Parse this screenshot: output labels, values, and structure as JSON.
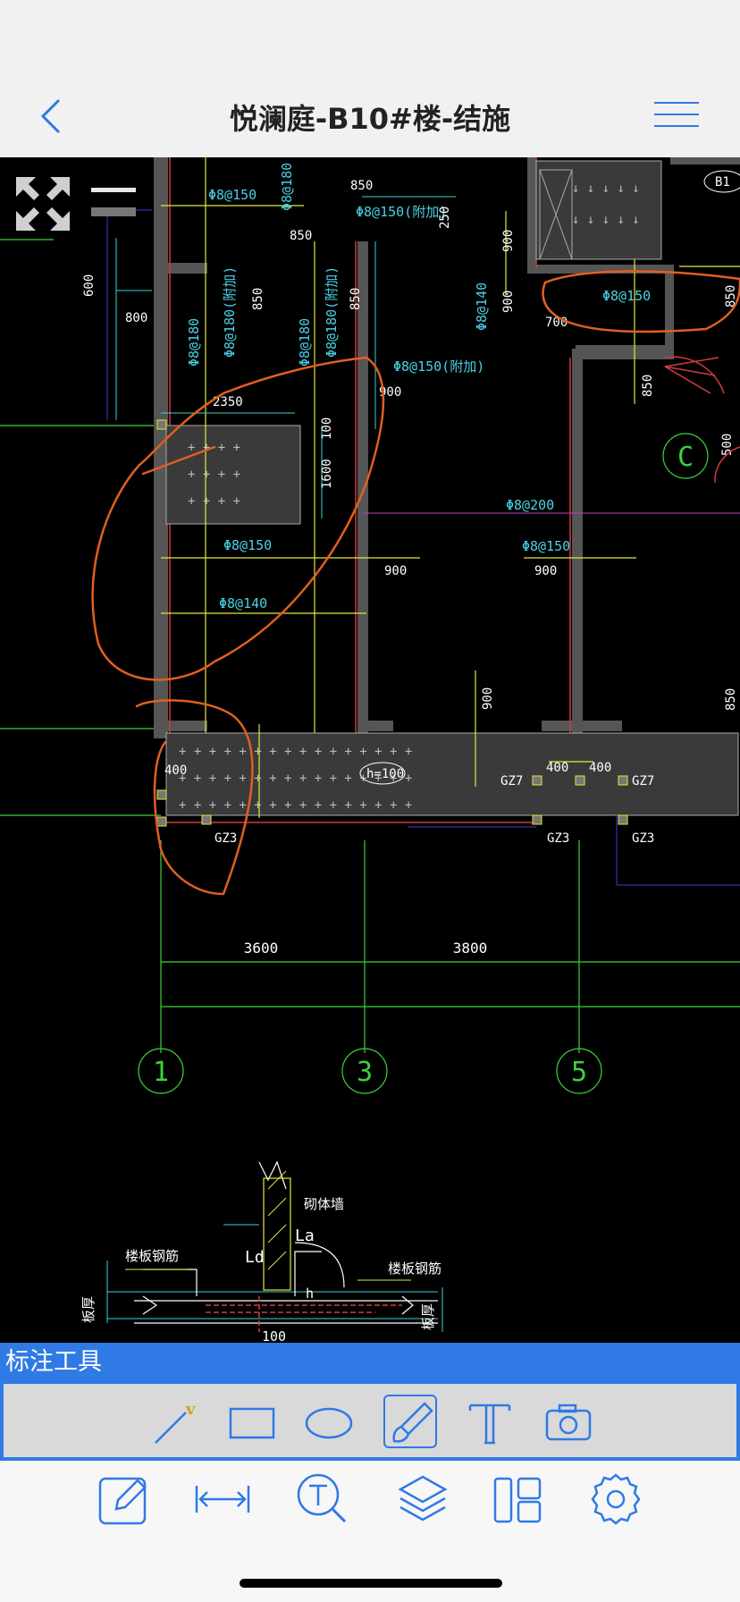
{
  "header": {
    "title": "悦澜庭-B10#楼-结施",
    "back_icon": "chevron-left-icon",
    "menu_icon": "hamburger-menu-icon"
  },
  "drawing": {
    "grid_labels": [
      "1",
      "3",
      "5",
      "C"
    ],
    "dimensions": [
      "3600",
      "3800",
      "600",
      "800",
      "2350",
      "1600",
      "100",
      "850",
      "900",
      "400",
      "500",
      "250",
      "700"
    ],
    "rebar_labels": [
      "Φ8@150",
      "Φ8@180",
      "Φ8@150(附加)",
      "Φ8@140",
      "Φ8@180(附加)",
      "Φ8@200"
    ],
    "column_labels": [
      "GZ3",
      "GZ7"
    ],
    "misc_labels": [
      "h=100",
      "B1",
      "楼板钢筋",
      "砌体墙",
      "La",
      "Ld",
      "板厚",
      "h"
    ],
    "annotation_color": "#e0601f"
  },
  "tools_panel": {
    "title": "标注工具",
    "tools": [
      {
        "name": "line-tool-icon"
      },
      {
        "name": "rectangle-tool-icon"
      },
      {
        "name": "ellipse-tool-icon"
      },
      {
        "name": "brush-tool-icon",
        "active": true
      },
      {
        "name": "text-tool-icon"
      },
      {
        "name": "camera-tool-icon"
      }
    ]
  },
  "bottom_nav": [
    {
      "name": "annotate-icon"
    },
    {
      "name": "measure-icon"
    },
    {
      "name": "text-search-icon"
    },
    {
      "name": "layers-icon"
    },
    {
      "name": "layout-icon"
    },
    {
      "name": "settings-icon"
    }
  ],
  "accent_color": "#2f7ae5"
}
